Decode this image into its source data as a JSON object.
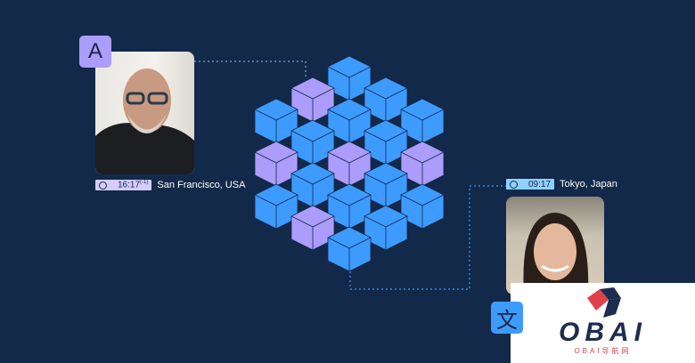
{
  "person_a": {
    "lang_glyph": "A",
    "time": "16:17",
    "offset": "(-1)",
    "location": "San Francisco, USA"
  },
  "person_b": {
    "lang_glyph": "文",
    "time": "09:17",
    "location": "Tokyo, Japan"
  },
  "watermark": {
    "logo": "OBAI",
    "subtitle": "OBAI导航网"
  },
  "colors": {
    "background": "#12294a",
    "cube_blue": "#3d9bff",
    "cube_purple": "#ac9cfb"
  }
}
